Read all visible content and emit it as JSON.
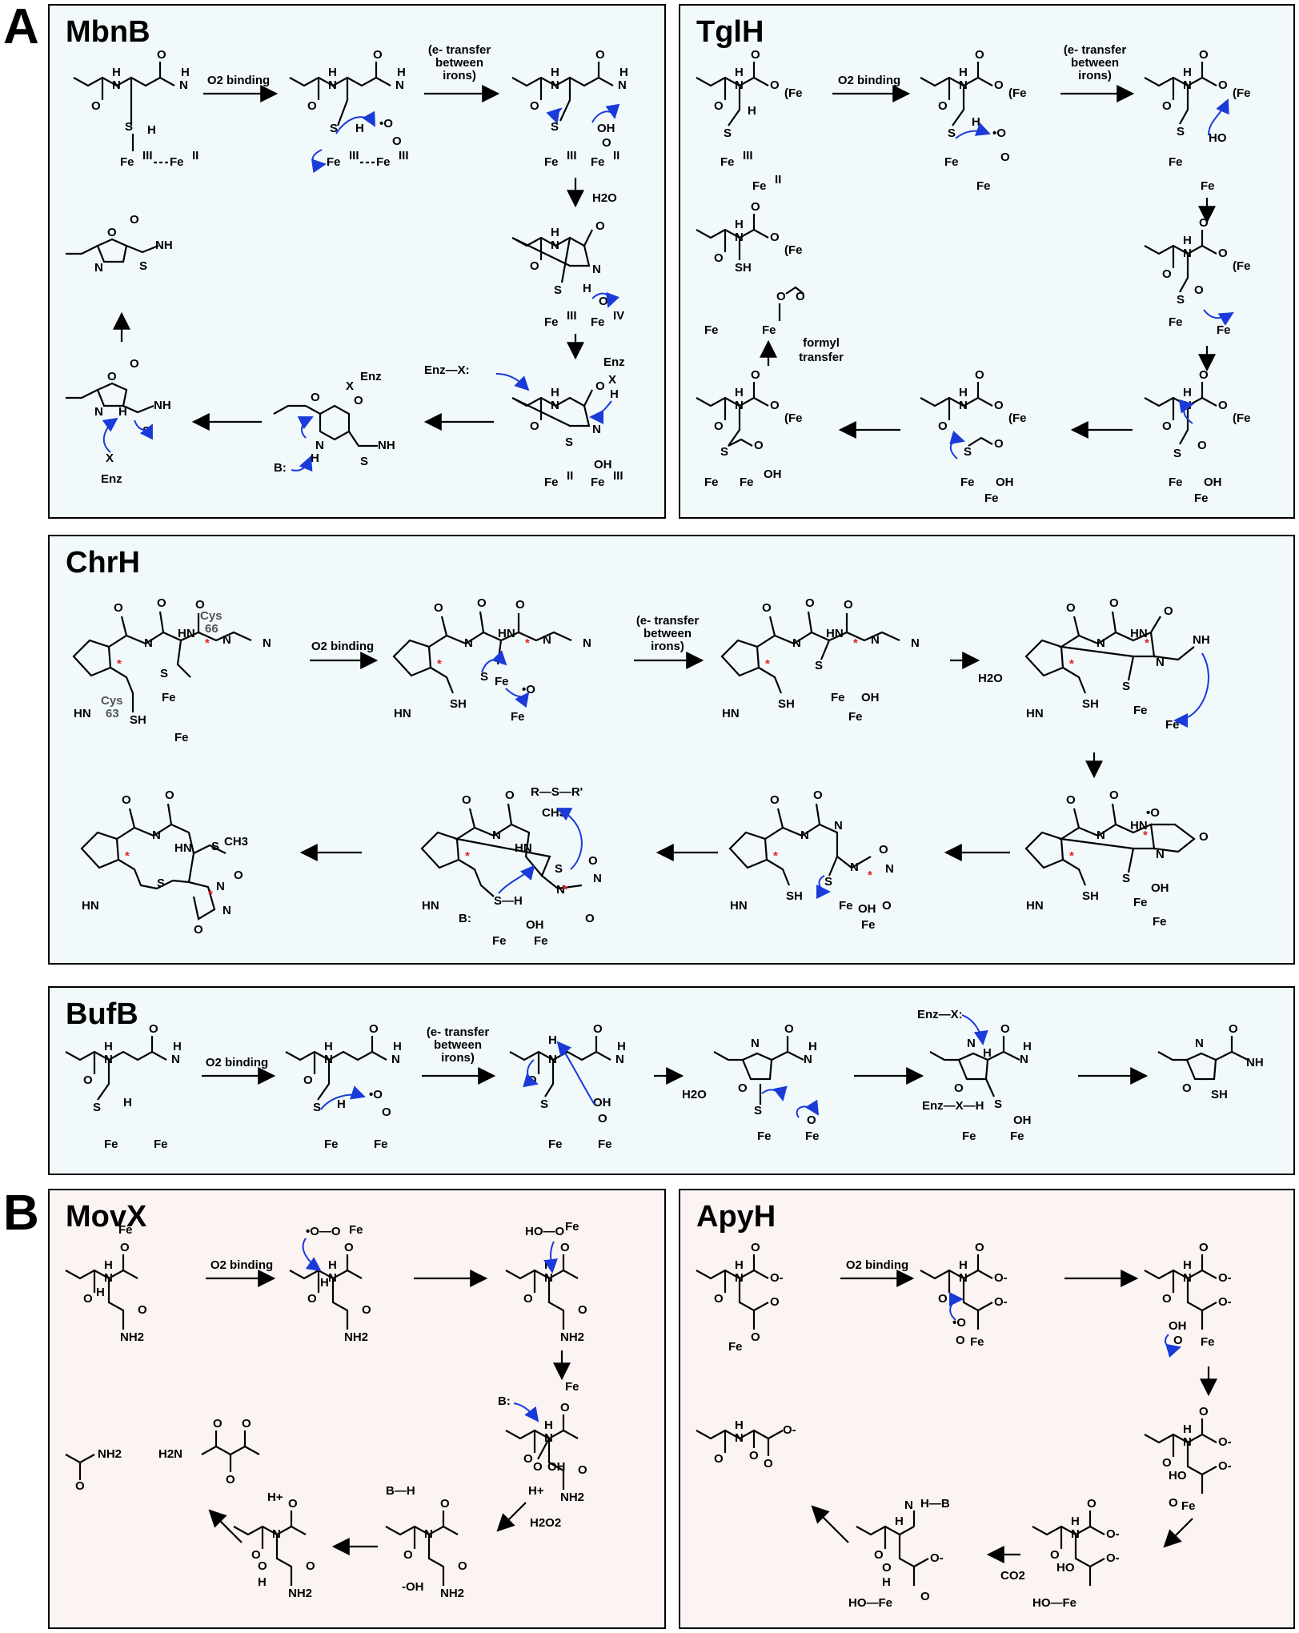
{
  "section_a": "A",
  "section_b": "B",
  "panels": {
    "mbnb": {
      "title": "MbnB",
      "o2_binding": "O2 binding",
      "e_transfer": [
        "(e- transfer",
        "between",
        "irons)"
      ],
      "h2o": "H2O",
      "enz_x": "Enz—X:",
      "b": "B:",
      "x_enz": [
        "X",
        "Enz"
      ]
    },
    "tglh": {
      "title": "TglH",
      "o2_binding": "O2 binding",
      "e_transfer": [
        "(e- transfer",
        "between",
        "irons)"
      ],
      "formyl": [
        "formyl",
        "transfer"
      ]
    },
    "chrh": {
      "title": "ChrH",
      "o2_binding": "O2 binding",
      "e_transfer": [
        "(e- transfer",
        "between",
        "irons)"
      ],
      "h2o": "H2O",
      "cys66": [
        "Cys",
        "66"
      ],
      "cys63": [
        "Cys",
        "63"
      ],
      "sam": "R—S—R'",
      "b": "B:"
    },
    "bufb": {
      "title": "BufB",
      "o2_binding": "O2 binding",
      "e_transfer": [
        "(e- transfer",
        "between",
        "irons)"
      ],
      "h2o": "H2O",
      "enz_x": "Enz—X:",
      "enz_xh": "Enz—X—H"
    },
    "movx": {
      "title": "MovX",
      "o2_binding": "O2 binding",
      "b": "B:",
      "h_plus": "H+",
      "h2o2": "H2O2",
      "oh_minus": "-OH",
      "bh": "B—H"
    },
    "apyh": {
      "title": "ApyH",
      "o2_binding": "O2 binding",
      "co2": "CO2",
      "hb": "H—B"
    }
  },
  "colors": {
    "panel_blue": "#f1f9fb",
    "panel_pink": "#fbf4f2",
    "arrow_push": "#1a3bd8",
    "stereo_star": "#e02020"
  }
}
